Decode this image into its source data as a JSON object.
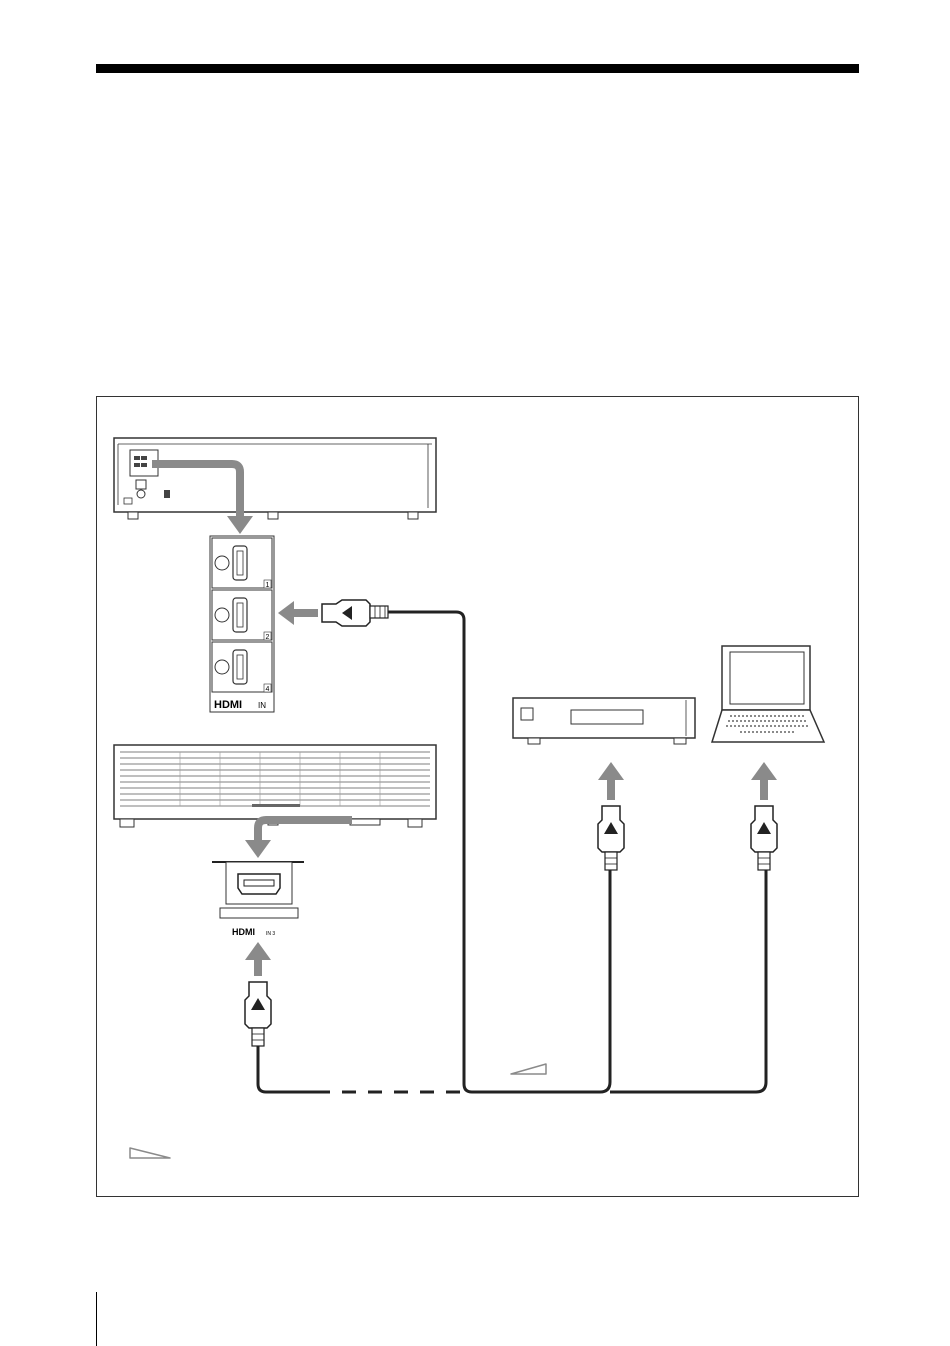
{
  "hdmi_panel_label": "HDMI",
  "hdmi_panel_suffix": "IN",
  "port_numbers": [
    "1",
    "2",
    "4"
  ],
  "projector_port_label": "HDMI",
  "projector_port_suffix": "IN 3",
  "colors": {
    "arrow_gray": "#8a8a8a",
    "cable": "#222222",
    "line": "#333333"
  },
  "icons": {
    "cable_direction_left": "hollow-arrow-left",
    "cable_direction_right": "hollow-arrow-right"
  }
}
